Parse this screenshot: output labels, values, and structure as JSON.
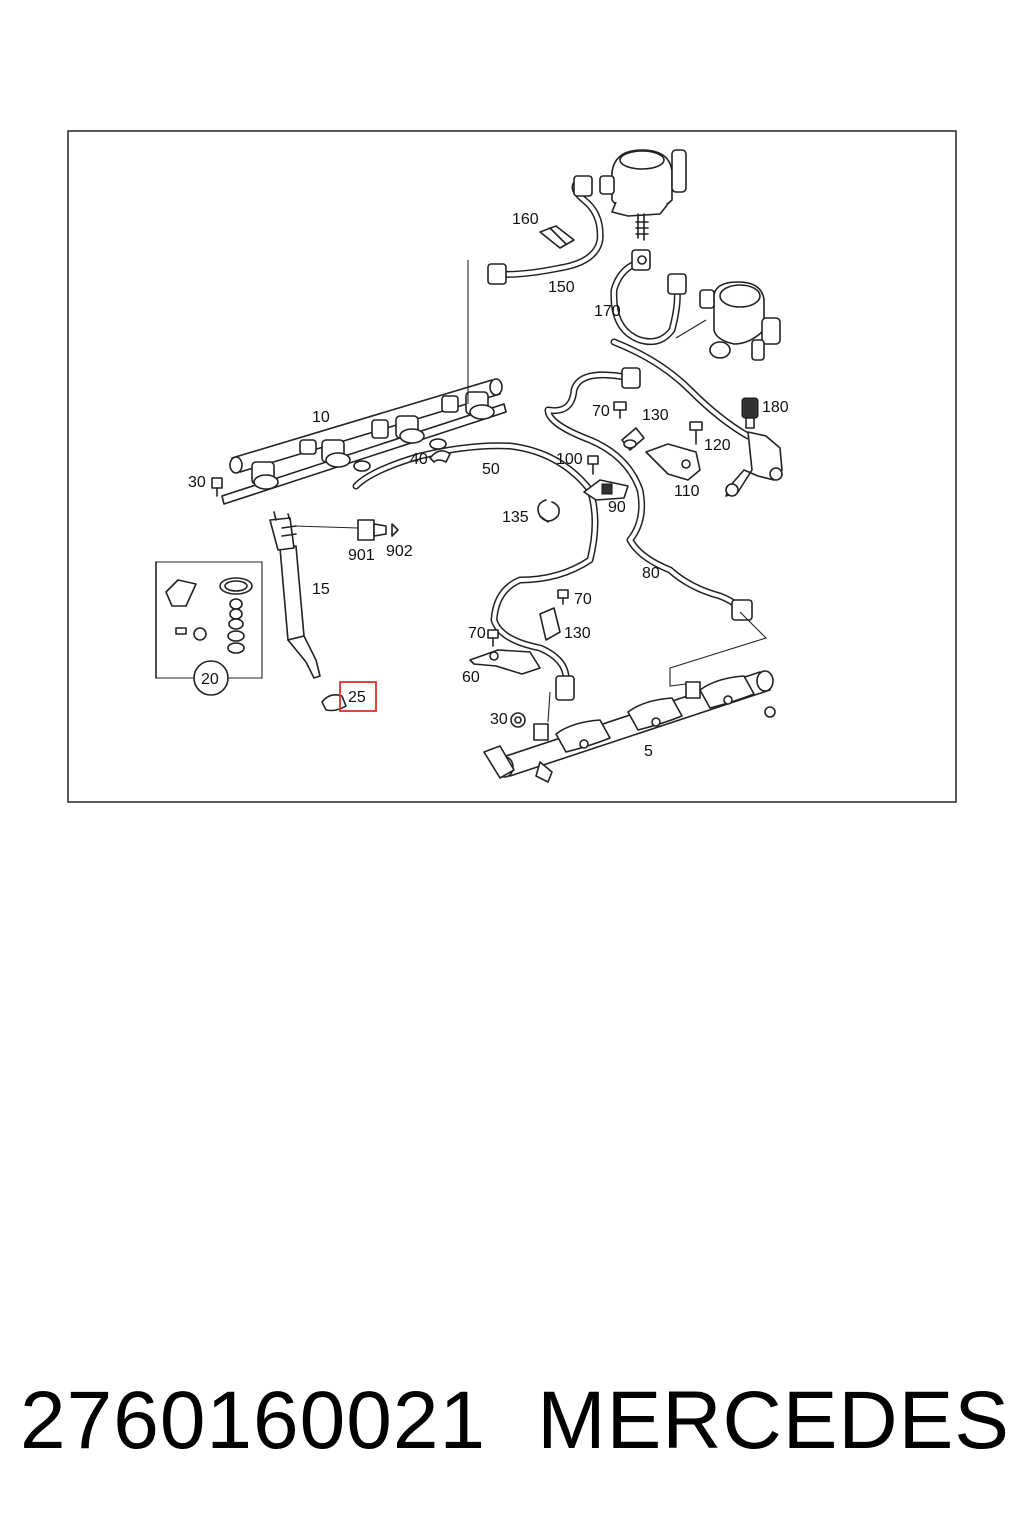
{
  "diagram": {
    "labels": {
      "p5": "5",
      "p10": "10",
      "p15": "15",
      "p20": "20",
      "p25": "25",
      "p30a": "30",
      "p30b": "30",
      "p40": "40",
      "p50": "50",
      "p60": "60",
      "p70a": "70",
      "p70b": "70",
      "p70c": "70",
      "p80": "80",
      "p90": "90",
      "p100": "100",
      "p110": "110",
      "p120": "120",
      "p130a": "130",
      "p130b": "130",
      "p135": "135",
      "p150": "150",
      "p160": "160",
      "p170": "170",
      "p180": "180",
      "p901": "901",
      "p902": "902"
    },
    "highlight_color": "#e0302a"
  },
  "caption": {
    "part_number": "2760160021",
    "brand": "MERCEDES"
  }
}
